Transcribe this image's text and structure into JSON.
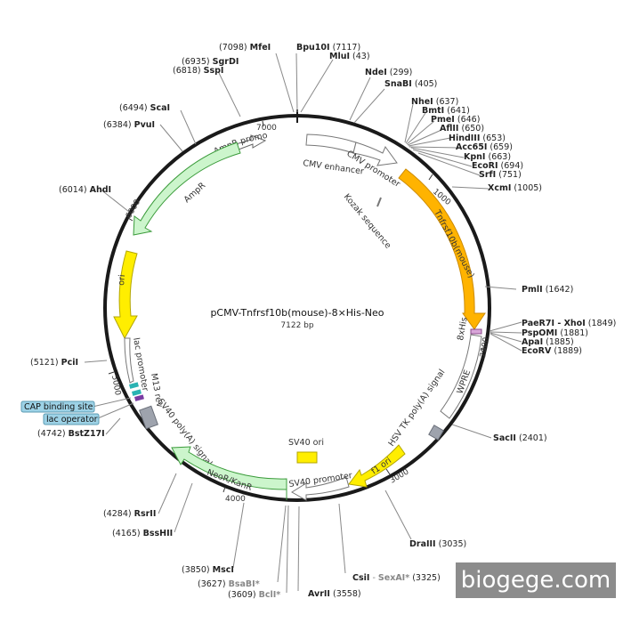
{
  "title": "pCMV-Tnfrsf10b(mouse)-8×His-Neo",
  "subtitle": "7122 bp",
  "ticks": [
    "1000",
    "2000",
    "3000",
    "4000",
    "5000",
    "6000",
    "7000"
  ],
  "sites": {
    "mfei": {
      "name": "MfeI",
      "pos": "(7098)"
    },
    "bpu10i": {
      "name": "Bpu10I",
      "pos": "(7117)"
    },
    "mlui": {
      "name": "MluI",
      "pos": "(43)"
    },
    "sgrdi": {
      "name": "SgrDI",
      "pos": "(6935)"
    },
    "sspi": {
      "name": "SspI",
      "pos": "(6818)"
    },
    "ndei": {
      "name": "NdeI",
      "pos": "(299)"
    },
    "snabi": {
      "name": "SnaBI",
      "pos": "(405)"
    },
    "scai": {
      "name": "ScaI",
      "pos": "(6494)"
    },
    "pvui": {
      "name": "PvuI",
      "pos": "(6384)"
    },
    "nhei": {
      "name": "NheI",
      "pos": "(637)"
    },
    "bmti": {
      "name": "BmtI",
      "pos": "(641)"
    },
    "pmei": {
      "name": "PmeI",
      "pos": "(646)"
    },
    "aflii": {
      "name": "AflII",
      "pos": "(650)"
    },
    "hindiii": {
      "name": "HindIII",
      "pos": "(653)"
    },
    "acc65i": {
      "name": "Acc65I",
      "pos": "(659)"
    },
    "kpni": {
      "name": "KpnI",
      "pos": "(663)"
    },
    "ecori": {
      "name": "EcoRI",
      "pos": "(694)"
    },
    "srfi": {
      "name": "SrfI",
      "pos": "(751)"
    },
    "xcmi": {
      "name": "XcmI",
      "pos": "(1005)"
    },
    "ahdi": {
      "name": "AhdI",
      "pos": "(6014)"
    },
    "pmli": {
      "name": "PmlI",
      "pos": "(1642)"
    },
    "paer7i": {
      "name": "PaeR7I - XhoI",
      "pos": "(1849)"
    },
    "pspomi": {
      "name": "PspOMI",
      "pos": "(1881)"
    },
    "apai": {
      "name": "ApaI",
      "pos": "(1885)"
    },
    "ecorv": {
      "name": "EcoRV",
      "pos": "(1889)"
    },
    "pcii": {
      "name": "PciI",
      "pos": "(5121)"
    },
    "bstz17i": {
      "name": "BstZ17I",
      "pos": "(4742)"
    },
    "sacii": {
      "name": "SacII",
      "pos": "(2401)"
    },
    "rsrii": {
      "name": "RsrII",
      "pos": "(4284)"
    },
    "bsshii": {
      "name": "BssHII",
      "pos": "(4165)"
    },
    "draiii": {
      "name": "DraIII",
      "pos": "(3035)"
    },
    "msci": {
      "name": "MscI",
      "pos": "(3850)"
    },
    "bsabi": {
      "name": "BsaBI*",
      "pos": "(3627)"
    },
    "bcli": {
      "name": "BclI*",
      "pos": "(3609)"
    },
    "csii": {
      "name": "CsiI",
      "pos": "(3325)"
    },
    "sexai": {
      "name": "SexAI*",
      "pos": ""
    },
    "avrii": {
      "name": "AvrII",
      "pos": "(3558)"
    }
  },
  "features": {
    "ampr_promoter": "AmpR promoter",
    "cmv_enhancer": "CMV enhancer",
    "cmv_promoter": "CMV promoter",
    "ampr": "AmpR",
    "kozak": "Kozak sequence",
    "gene": "Tnfrsf10b(mouse)",
    "ori": "ori",
    "his": "8xHis",
    "wpre": "WPRE",
    "lac_promoter": "lac promoter",
    "m13_rev": "M13 rev",
    "cap_site": "CAP binding site",
    "lac_operator": "lac operator",
    "sv40_polya": "SV40 poly(A) signal",
    "hsv_tk_polya": "HSV TK poly(A) signal",
    "sv40_ori": "SV40 ori",
    "f1_ori": "f1 ori",
    "neor": "NeoR/KanR",
    "sv40_promoter": "SV40 promoter"
  },
  "colors": {
    "backbone": "#1a1a1a",
    "ampr_fill": "#ccf5cc",
    "ampr_stroke": "#3c9c3c",
    "gene_fill": "#ffb300",
    "ori_fill": "#ffee00",
    "promoter_fill": "#ffffff",
    "grey_box": "#9ea3ad",
    "his_fill": "#d9a6d9",
    "callout_fill": "#9dd2e6"
  },
  "watermark": "biogege.com"
}
